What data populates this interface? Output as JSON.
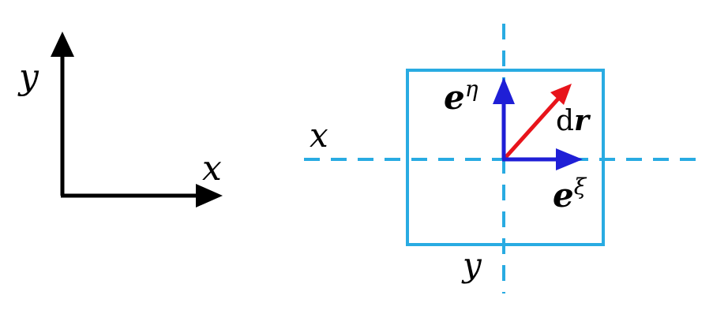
{
  "global_axes": {
    "x_label": "x",
    "y_label": "y"
  },
  "cell": {
    "x_label": "x",
    "y_label": "y",
    "e_eta": {
      "base": "e",
      "sup": "η"
    },
    "e_xi": {
      "base": "e",
      "sup": "ξ"
    },
    "dr": {
      "d": "d",
      "r": "r"
    }
  },
  "colors": {
    "axes": "#000000",
    "cell_border": "#29abe2",
    "dashed_lines": "#29abe2",
    "basis_vectors": "#1f1fd6",
    "displacement_vector": "#e8141b"
  }
}
